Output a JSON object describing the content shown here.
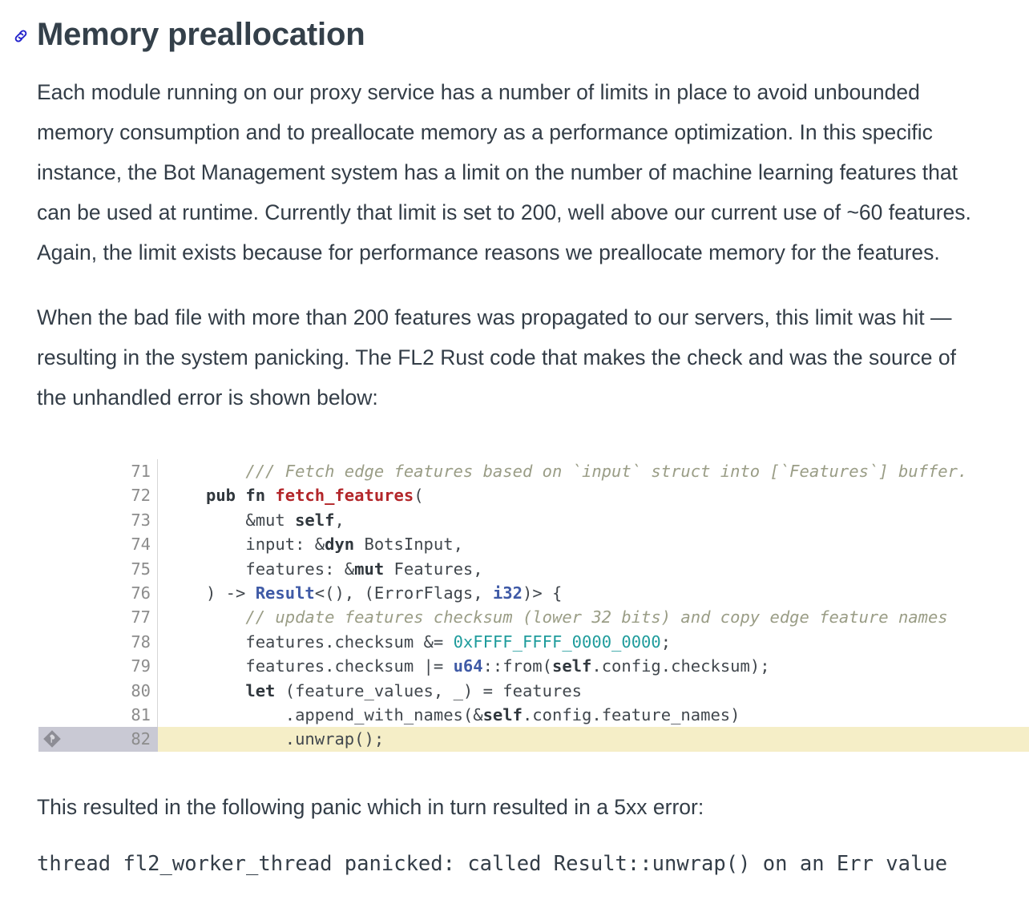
{
  "heading": {
    "anchor_icon": "link-icon",
    "anchor_color": "#2222cc",
    "title": "Memory preallocation"
  },
  "paragraphs": [
    "Each module running on our proxy service has a number of limits in place to avoid unbounded memory consumption and to preallocate memory as a performance optimization. In this specific instance, the Bot Management system has a limit on the number of machine learning features that can be used at runtime. Currently that limit is set to 200, well above our current use of ~60 features. Again, the limit exists because for performance reasons we preallocate memory for the features.",
    "When the bad file with more than 200 features was propagated to our servers, this limit was hit — resulting in the system panicking. The FL2 Rust code that makes the check and was the source of the unhandled error is shown below:",
    "This resulted in the following panic which in turn resulted in a 5xx error:"
  ],
  "code_block": {
    "language": "rust",
    "gutter_icon": "diff-marker-icon",
    "highlight_color": "#f5eec7",
    "gutter_highlight_color": "#c9c9d4",
    "lines": [
      {
        "number": "71",
        "highlighted": false,
        "marker": false,
        "tokens": [
          {
            "text": "    /// Fetch edge features based on `input` struct into [`Features`] buffer.",
            "style": "t-comment"
          }
        ]
      },
      {
        "number": "72",
        "highlighted": false,
        "marker": false,
        "tokens": [
          {
            "text": "pub fn ",
            "style": "t-kw"
          },
          {
            "text": "fetch_features",
            "style": "t-fn"
          },
          {
            "text": "(",
            "style": "t-plain"
          }
        ]
      },
      {
        "number": "73",
        "highlighted": false,
        "marker": false,
        "tokens": [
          {
            "text": "    &mut ",
            "style": "t-plain"
          },
          {
            "text": "self",
            "style": "t-kw"
          },
          {
            "text": ",",
            "style": "t-plain"
          }
        ]
      },
      {
        "number": "74",
        "highlighted": false,
        "marker": false,
        "tokens": [
          {
            "text": "    input: &",
            "style": "t-plain"
          },
          {
            "text": "dyn ",
            "style": "t-kw"
          },
          {
            "text": "BotsInput,",
            "style": "t-plain"
          }
        ]
      },
      {
        "number": "75",
        "highlighted": false,
        "marker": false,
        "tokens": [
          {
            "text": "    features: &",
            "style": "t-plain"
          },
          {
            "text": "mut ",
            "style": "t-kw"
          },
          {
            "text": "Features,",
            "style": "t-plain"
          }
        ]
      },
      {
        "number": "76",
        "highlighted": false,
        "marker": false,
        "tokens": [
          {
            "text": ") -> ",
            "style": "t-plain"
          },
          {
            "text": "Result",
            "style": "t-type"
          },
          {
            "text": "<(), (ErrorFlags, ",
            "style": "t-plain"
          },
          {
            "text": "i32",
            "style": "t-type"
          },
          {
            "text": ")> {",
            "style": "t-plain"
          }
        ]
      },
      {
        "number": "77",
        "highlighted": false,
        "marker": false,
        "tokens": [
          {
            "text": "    // update features checksum (lower 32 bits) and copy edge feature names",
            "style": "t-comment"
          }
        ]
      },
      {
        "number": "78",
        "highlighted": false,
        "marker": false,
        "tokens": [
          {
            "text": "    features.checksum &= ",
            "style": "t-plain"
          },
          {
            "text": "0xFFFF_FFFF_0000_0000",
            "style": "t-num"
          },
          {
            "text": ";",
            "style": "t-plain"
          }
        ]
      },
      {
        "number": "79",
        "highlighted": false,
        "marker": false,
        "tokens": [
          {
            "text": "    features.checksum |= ",
            "style": "t-plain"
          },
          {
            "text": "u64",
            "style": "t-type"
          },
          {
            "text": "::from(",
            "style": "t-plain"
          },
          {
            "text": "self",
            "style": "t-kw"
          },
          {
            "text": ".config.checksum);",
            "style": "t-plain"
          }
        ]
      },
      {
        "number": "80",
        "highlighted": false,
        "marker": false,
        "tokens": [
          {
            "text": "    let ",
            "style": "t-kw"
          },
          {
            "text": "(feature_values, _) = features",
            "style": "t-plain"
          }
        ]
      },
      {
        "number": "81",
        "highlighted": false,
        "marker": false,
        "tokens": [
          {
            "text": "        .append_with_names(&",
            "style": "t-plain"
          },
          {
            "text": "self",
            "style": "t-kw"
          },
          {
            "text": ".config.feature_names)",
            "style": "t-plain"
          }
        ]
      },
      {
        "number": "82",
        "highlighted": true,
        "marker": true,
        "tokens": [
          {
            "text": "        .unwrap();",
            "style": "t-plain"
          }
        ]
      }
    ]
  },
  "panic_output": "thread fl2_worker_thread panicked: called Result::unwrap() on an Err value"
}
